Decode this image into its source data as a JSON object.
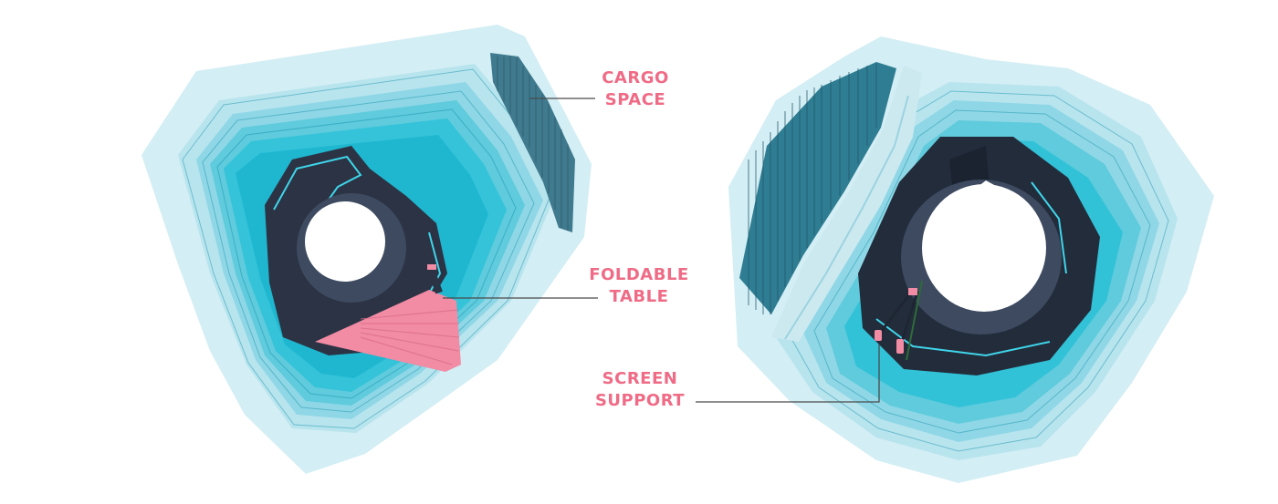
{
  "diagram": {
    "colors": {
      "pale_shell": "#cfecf2",
      "light_cyan": "#a9dfe9",
      "mid_cyan": "#5fcbdc",
      "cyan": "#21bfd6",
      "deep_cyan": "#12a9c4",
      "dark_core": "#2b3344",
      "core_edge": "#3d4a60",
      "cargo_slats": "#3f7a8e",
      "pink": "#f28ba4",
      "label_pink": "#ef6b86",
      "leader_line": "#4a4a4a"
    },
    "views": [
      {
        "name": "left-pod-view"
      },
      {
        "name": "right-pod-view"
      }
    ],
    "callouts": [
      {
        "id": "cargo-space",
        "line1": "CARGO",
        "line2": "SPACE"
      },
      {
        "id": "foldable-table",
        "line1": "FOLDABLE",
        "line2": "TABLE"
      },
      {
        "id": "screen-support",
        "line1": "SCREEN",
        "line2": "SUPPORT"
      }
    ]
  }
}
